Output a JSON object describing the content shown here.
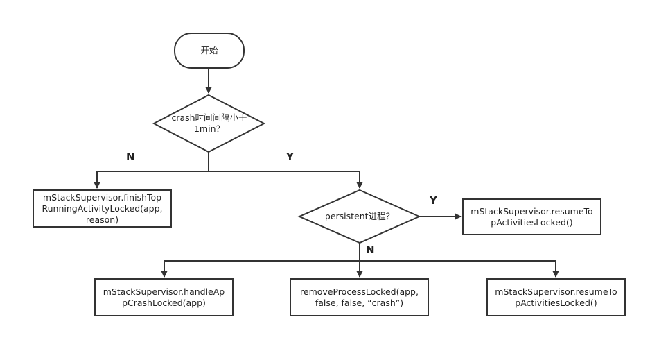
{
  "nodes": {
    "start": "开始",
    "decision_crash": "crash时间间隔小于\n1min？",
    "finish_top": "mStackSupervisor.finishTop\nRunningActivityLocked(app,\nreason)",
    "decision_persistent": "persistent进程？",
    "resume_top_1": "mStackSupervisor.resumeTo\npActivitiesLocked()",
    "handle_crash": "mStackSupervisor.handleAp\npCrashLocked(app)",
    "remove_process": "removeProcessLocked(app,\nfalse, false, “crash”)",
    "resume_top_2": "mStackSupervisor.resumeTo\npActivitiesLocked()"
  },
  "edge_labels": {
    "crash_no": "N",
    "crash_yes": "Y",
    "persistent_yes": "Y",
    "persistent_no": "N"
  },
  "colors": {
    "stroke": "#333333",
    "text": "#222222",
    "background": "#ffffff"
  }
}
